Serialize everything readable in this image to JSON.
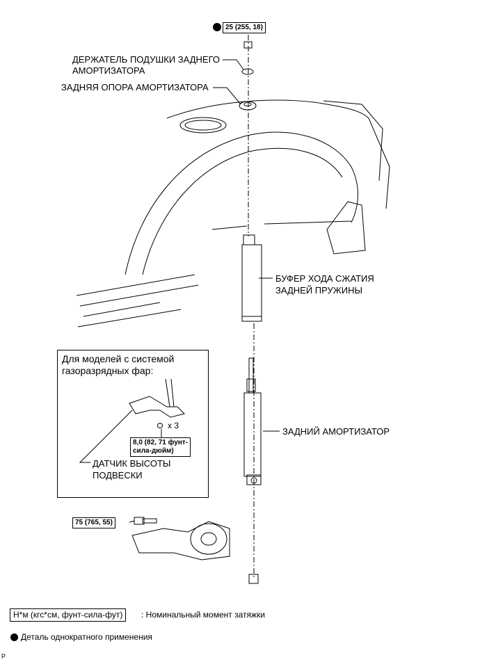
{
  "labels": {
    "nut_torque": "25 (255, 18)",
    "cushion_retainer_l1": "ДЕРЖАТЕЛЬ ПОДУШКИ ЗАДНЕГО",
    "cushion_retainer_l2": "АМОРТИЗАТОРА",
    "support": "ЗАДНЯЯ ОПОРА АМОРТИЗАТОРА",
    "bumper_l1": "БУФЕР ХОДА СЖАТИЯ",
    "bumper_l2": "ЗАДНЕЙ ПРУЖИНЫ",
    "absorber": "ЗАДНИЙ АМОРТИЗАТОР",
    "bolt_torque": "75 (765, 55)"
  },
  "inset": {
    "title_l1": "Для моделей с системой",
    "title_l2": "газоразрядных фар:",
    "count": "x 3",
    "torque_l1": "8,0 (82, 71 фунт-",
    "torque_l2": "сила-дюйм)",
    "sensor_l1": "ДАТЧИК ВЫСОТЫ",
    "sensor_l2": "ПОДВЕСКИ"
  },
  "legend": {
    "unit_box": "Н*м (кгс*см, фунт-сила-фут)",
    "unit_text": ": Номинальный момент затяжки",
    "single_use": "Деталь однократного применения"
  },
  "corner_code": "P",
  "colors": {
    "ink": "#000000",
    "background": "#ffffff"
  }
}
